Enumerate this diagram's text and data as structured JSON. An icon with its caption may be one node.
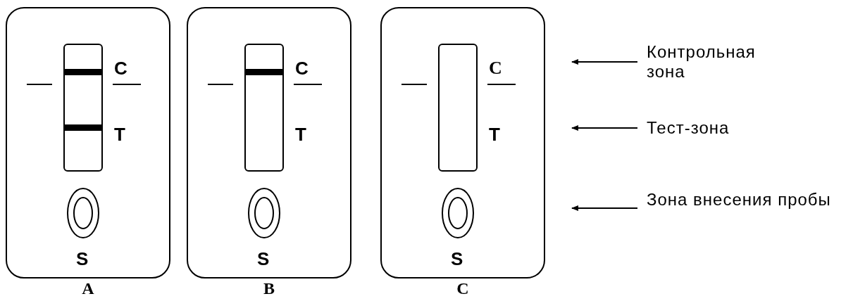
{
  "diagram": {
    "nodes": [
      {
        "text": [
          "C",
          "T",
          "S"
        ],
        "beside": [
          "A"
        ]
      },
      {
        "text": [
          "C",
          "T",
          "S"
        ],
        "beside": [
          "B"
        ]
      },
      {
        "text": [
          "C",
          "T",
          "S"
        ],
        "beside": [
          "C"
        ]
      },
      {
        "text": [
          "Контрольная зона"
        ]
      },
      {
        "text": [
          "Тест-зона"
        ]
      },
      {
        "text": [
          "Зона внесения пробы"
        ]
      }
    ],
    "edges": [
      {
        "from": 3,
        "to": null,
        "arrow": "to"
      },
      {
        "from": 4,
        "to": null,
        "arrow": "to"
      },
      {
        "from": 5,
        "to": null,
        "arrow": "to"
      }
    ]
  }
}
